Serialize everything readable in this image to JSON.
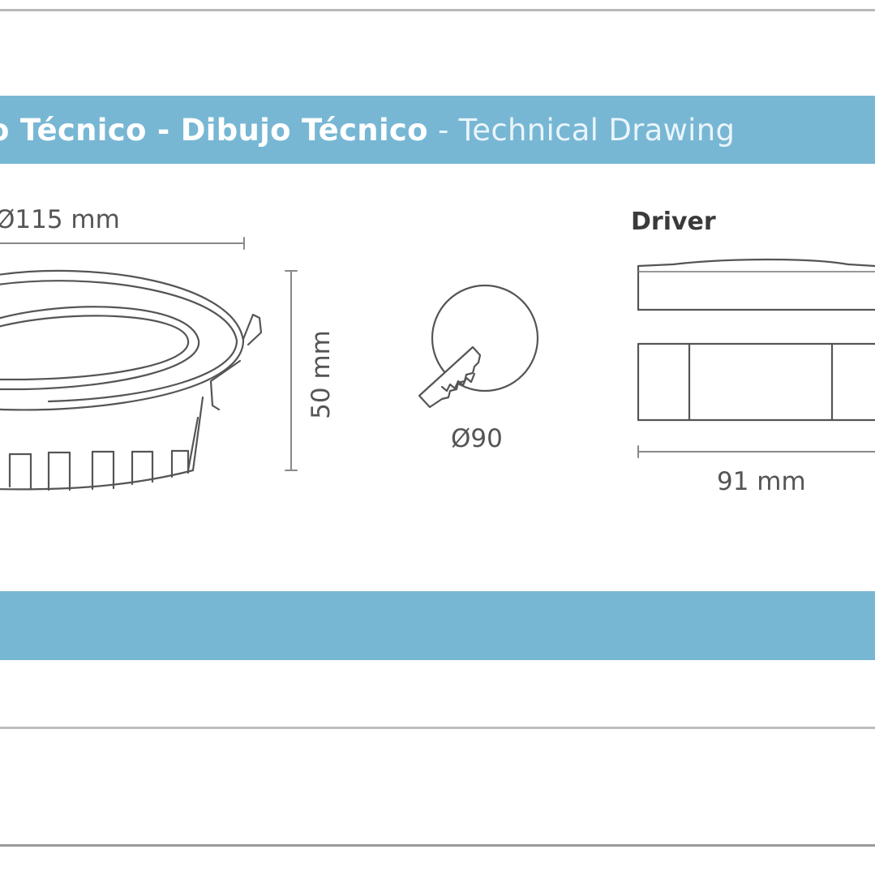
{
  "header": {
    "title_parts": [
      {
        "text": "o Técnico - ",
        "style": "bold"
      },
      {
        "text": "Dibujo Técnico",
        "style": "bold"
      },
      {
        "text": " - Technical Drawing",
        "style": "light"
      }
    ]
  },
  "drawing": {
    "diameter_label": "Ø115 mm",
    "height_label": "50 mm",
    "cutout_label": "Ø90",
    "driver_label": "Driver",
    "driver_width_label": "91 mm"
  },
  "colors": {
    "banner": "#77b7d4",
    "line": "#555555",
    "rule": "#b9b9b9"
  }
}
